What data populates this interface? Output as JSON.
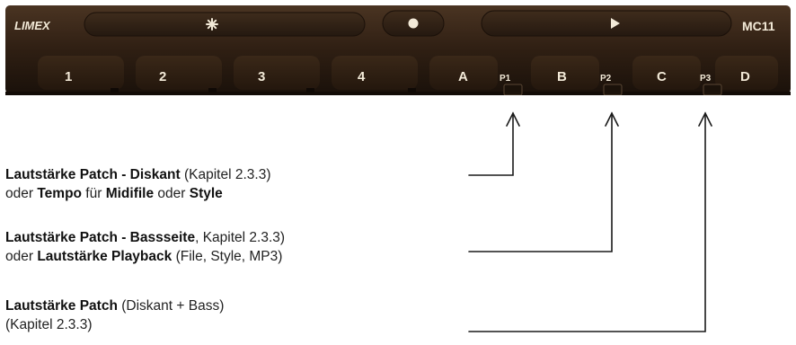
{
  "device": {
    "brand": "LIMEX",
    "model": "MC11",
    "top_icons": [
      "asterisk-icon",
      "record-dot-icon",
      "play-triangle-icon"
    ],
    "buttons": [
      "1",
      "2",
      "3",
      "4",
      "A",
      "B",
      "C",
      "D"
    ],
    "knobs": [
      "P1",
      "P2",
      "P3"
    ],
    "colors": {
      "body": "#2f1f13",
      "strip": "#3c2a1a",
      "label": "#f3ead8"
    }
  },
  "annotations": [
    {
      "line1": {
        "bold": "Lautstärke Patch - Diskant",
        "rest": " (Kapitel 2.3.3)"
      },
      "line2": {
        "p1": "oder ",
        "b1": "Tempo",
        "p2": " für ",
        "b2": "Midifile",
        "p3": " oder ",
        "b3": "Style"
      }
    },
    {
      "line1": {
        "bold": "Lautstärke Patch - Bassseite",
        "rest": ", Kapitel 2.3.3)"
      },
      "line2": {
        "p1": "oder ",
        "b1": "Lautstärke Playback",
        "p2": " (File, Style, MP3)"
      }
    },
    {
      "line1": {
        "bold": "Lautstärke Patch",
        "rest": " (Diskant + Bass)"
      },
      "line2": {
        "text": "(Kapitel 2.3.3)"
      }
    }
  ]
}
